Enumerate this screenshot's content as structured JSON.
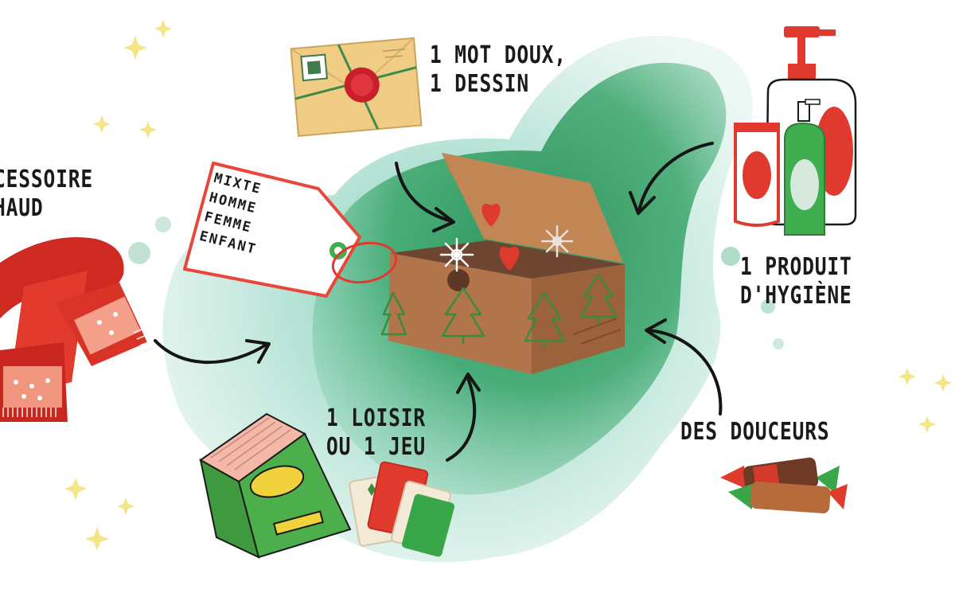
{
  "labels": {
    "accessoire": [
      "CESSOIRE",
      "HAUD"
    ],
    "mot_doux": [
      "1 MOT DOUX,",
      "1 DESSIN"
    ],
    "hygiene": [
      "1 PRODUIT",
      "D'HYGIÈNE"
    ],
    "loisir": [
      "1 LOISIR",
      "OU 1 JEU"
    ],
    "douceurs": "DES DOUCEURS"
  },
  "tag": {
    "lines": [
      "MIXTE",
      "HOMME",
      "FEMME",
      "ENFANT"
    ]
  },
  "colors": {
    "watercolor_green": "#2e9e5a",
    "watercolor_teal": "#5cc0a4",
    "box_brown": "#a0693f",
    "box_dark": "#6e4530",
    "christmas_red": "#e03a2e",
    "tree_green": "#3a8c3a",
    "envelope": "#f0cc85",
    "ink": "#1a1a1a",
    "star": "#f5e27a"
  }
}
